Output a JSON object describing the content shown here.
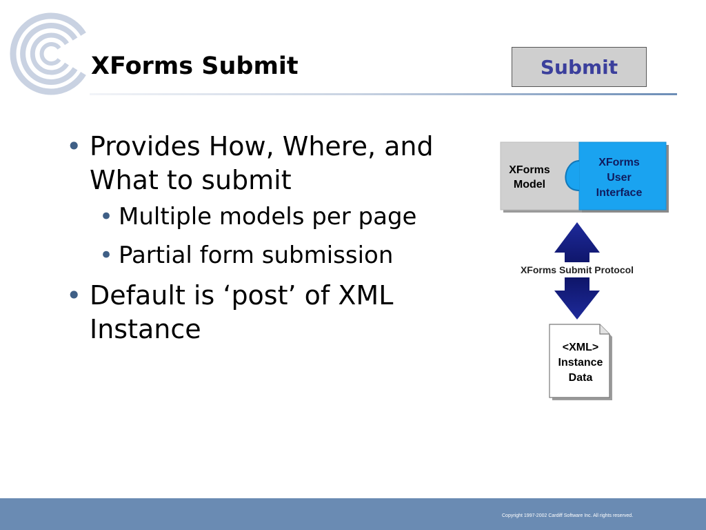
{
  "slide": {
    "title": "XForms Submit",
    "submit_button_label": "Submit",
    "bullets": [
      {
        "text": "Provides How, Where, and What to submit",
        "level": 1
      },
      {
        "text": "Multiple models per page",
        "level": 2
      },
      {
        "text": "Partial form submission",
        "level": 2
      },
      {
        "text": "Default is ‘post’ of XML Instance",
        "level": 1
      }
    ]
  },
  "diagram": {
    "model_label_line1": "XForms",
    "model_label_line2": "Model",
    "ui_label_line1": "XForms",
    "ui_label_line2": "User",
    "ui_label_line3": "Interface",
    "protocol_label": "XForms Submit Protocol",
    "doc_label_line1": "<XML>",
    "doc_label_line2": "Instance",
    "doc_label_line3": "Data"
  },
  "footer": {
    "copyright": "Copyright 1997-2002 Cardiff Software Inc. All rights reserved."
  },
  "colors": {
    "accent_blue": "#1aa3f0",
    "arrow_navy": "#141b78",
    "button_text": "#3b3f9c",
    "footer_bar": "#6a8bb3"
  },
  "icons": {
    "logo": "concentric-c-logo-icon",
    "document": "document-page-icon",
    "arrow": "double-arrow-icon"
  }
}
